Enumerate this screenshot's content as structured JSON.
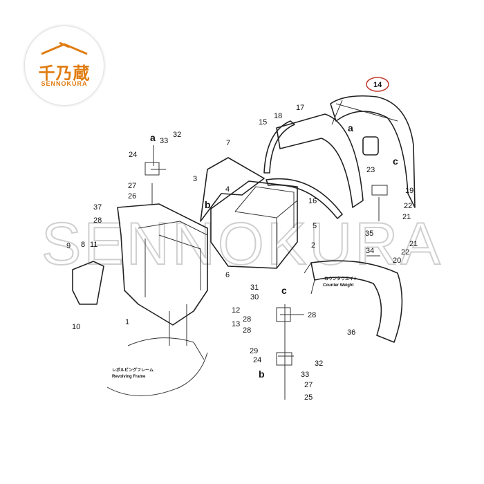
{
  "logo": {
    "name_cn": "千乃蔵",
    "name_en": "SENNOKURA",
    "color": "#e07c10"
  },
  "watermark": "SENNOKURA",
  "captions": {
    "counterweight_jp": "カウンタウエイト",
    "counterweight_en": "Counter Weight",
    "frame_jp": "レボルビングフレーム",
    "frame_en": "Revolving Frame"
  },
  "highlight": {
    "label": "14",
    "color": "#c0392b"
  },
  "callouts": [
    "17",
    "18",
    "15",
    "a",
    "23",
    "c",
    "19",
    "22",
    "21",
    "35",
    "21",
    "34",
    "22",
    "20",
    "36",
    "7",
    "3",
    "4",
    "16",
    "5",
    "2",
    "6",
    "a",
    "33",
    "32",
    "24",
    "27",
    "26",
    "37",
    "28",
    "b",
    "9",
    "8",
    "11",
    "10",
    "1",
    "12",
    "13",
    "31",
    "30",
    "c",
    "28",
    "28",
    "28",
    "29",
    "24",
    "b",
    "32",
    "33",
    "27",
    "25"
  ]
}
